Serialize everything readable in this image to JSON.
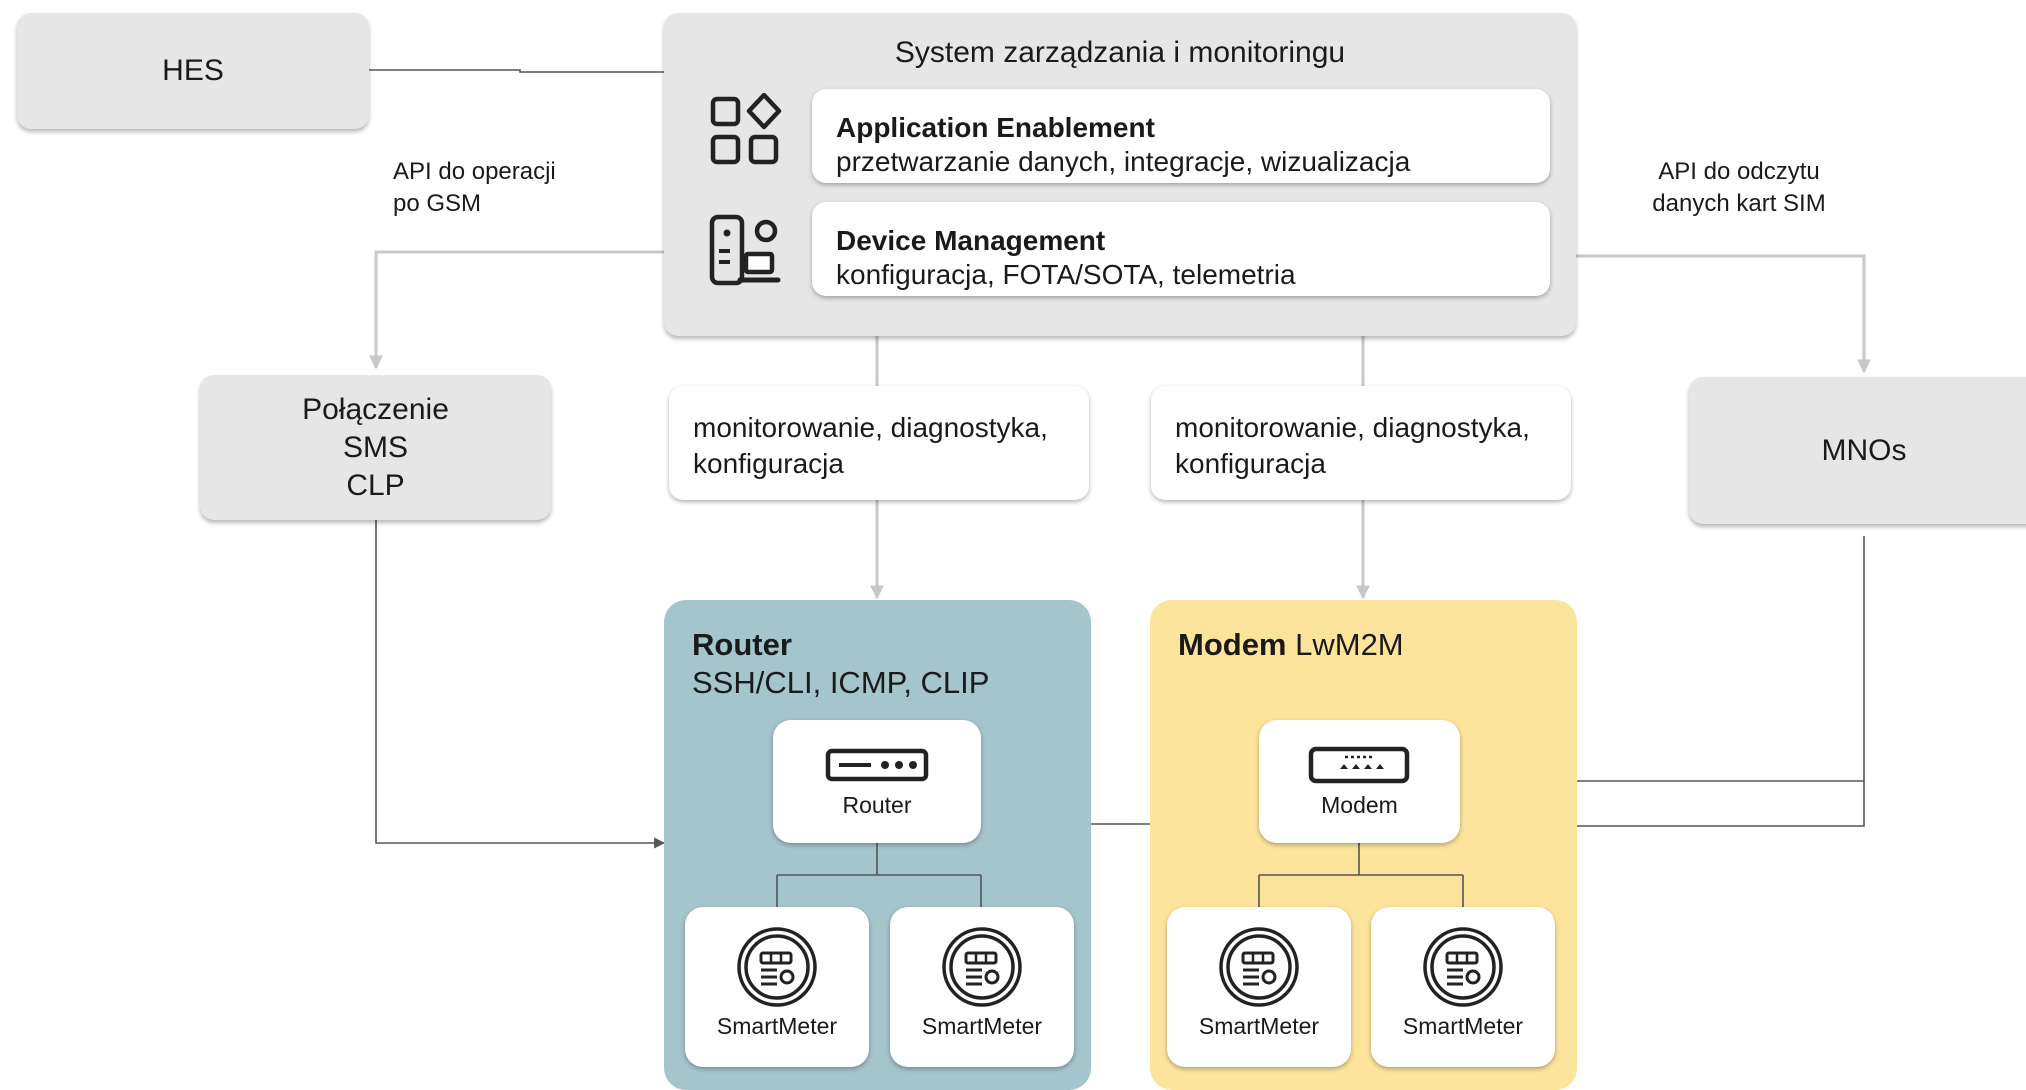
{
  "hes": {
    "label": "HES"
  },
  "system": {
    "title": "System zarządzania i monitoringu",
    "cards": [
      {
        "title": "Application Enablement",
        "desc": "przetwarzanie danych, integracje, wizualizacja",
        "icon": "apps-icon"
      },
      {
        "title": "Device Management",
        "desc": "konfiguracja, FOTA/SOTA, telemetria",
        "icon": "device-laptop-icon"
      }
    ]
  },
  "api_gsm": {
    "line1": "API do operacji",
    "line2": "po GSM"
  },
  "api_sim": {
    "line1": "API do odczytu",
    "line2": "danych kart SIM"
  },
  "connection": {
    "line1": "Połączenie",
    "line2": "SMS",
    "line3": "CLP"
  },
  "mnos": {
    "label": "MNOs"
  },
  "monitor_left": {
    "line1": "monitorowanie, diagnostyka,",
    "line2": "konfiguracja"
  },
  "monitor_right": {
    "line1": "monitorowanie, diagnostyka,",
    "line2": "konfiguracja"
  },
  "router_panel": {
    "title_bold": "Router",
    "subtitle": "SSH/CLI, ICMP, CLIP",
    "color": "#a4c5cc"
  },
  "modem_panel": {
    "title_bold": "Modem",
    "title_rest": " LwM2M",
    "color": "#fde49c"
  },
  "router_device": {
    "label": "Router",
    "icon": "router-icon"
  },
  "modem_device": {
    "label": "Modem",
    "icon": "modem-icon"
  },
  "meters": [
    {
      "label": "SmartMeter",
      "icon": "smart-meter-icon"
    },
    {
      "label": "SmartMeter",
      "icon": "smart-meter-icon"
    },
    {
      "label": "SmartMeter",
      "icon": "smart-meter-icon"
    },
    {
      "label": "SmartMeter",
      "icon": "smart-meter-icon"
    }
  ],
  "colors": {
    "box_gray": "#e6e6e6",
    "connector_light": "#c8c8c8",
    "connector_dark": "#555555"
  }
}
